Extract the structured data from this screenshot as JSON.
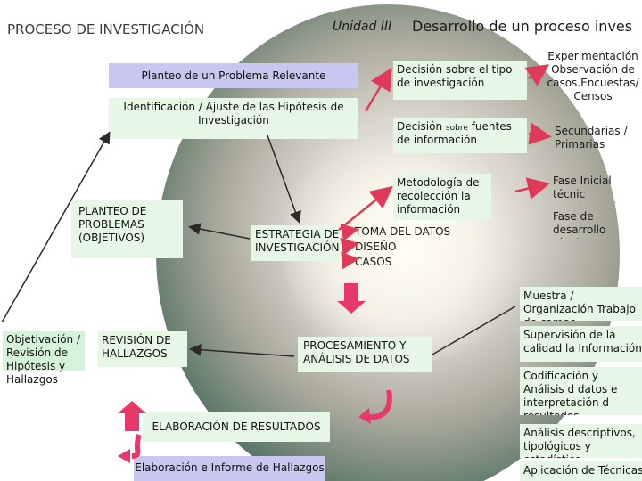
{
  "header": {
    "left_title": "PROCESO DE INVESTIGACIÓN",
    "unit": "Unidad III",
    "title": "Desarrollo de un proceso inves"
  },
  "boxes": {
    "planteo_problema": "Planteo de un Problema Relevante",
    "hipotesis": "Identificación / Ajuste de las Hipótesis de Investigación",
    "planteo_problemas_obj": "PLANTEO DE PROBLEMAS (OBJETIVOS)",
    "estrategia": "ESTRATEGIA DE INVESTIGACIÓN",
    "objetivacion": "Objetivación / Revisión de Hipótesis y Hallazgos",
    "revision_hallazgos": "REVISIÓN DE HALLAZGOS",
    "procesamiento": "PROCESAMIENTO Y ANÁLISIS DE DATOS",
    "elaboracion_resultados": "ELABORACIÓN DE RESULTADOS",
    "elaboracion_informe": "Elaboración e Informe de Hallazgos"
  },
  "decisions": {
    "tipo": "Decisión sobre el tipo de investigación",
    "fuentes_a": "Decisión",
    "fuentes_sobre": "sobre",
    "fuentes_b": "fuentes de información",
    "metodologia": "Metodología de recolección la información"
  },
  "steps": [
    "TOMA DEL DATOS",
    "DISEÑO",
    "CASOS"
  ],
  "right": {
    "experimentacion": "Experimentación Observación de casos.Encuestas/ Censos",
    "secundarias": "Secundarias / Primarias",
    "fase_inicial": "Fase Inicial técnic “exploratorias”",
    "fase_desarrollo": "Fase de desarrollo técnicas “sistemát",
    "muestra": "Muestra / Organización Trabajo de campo",
    "supervision": "Supervisión de la calidad la Información",
    "codificacion": "Codificación y Análisis d datos e interpretación d resultados",
    "analisis": "Análisis descriptivos, tipológicos y estadístico",
    "aplicacion": "Aplicación de Técnicas d"
  },
  "colors": {
    "arrow_red": "#e03a5a",
    "box_lavender": "#c7c7f0",
    "box_mint": "#d4f3d8",
    "box_pale": "#e6f7e6"
  }
}
